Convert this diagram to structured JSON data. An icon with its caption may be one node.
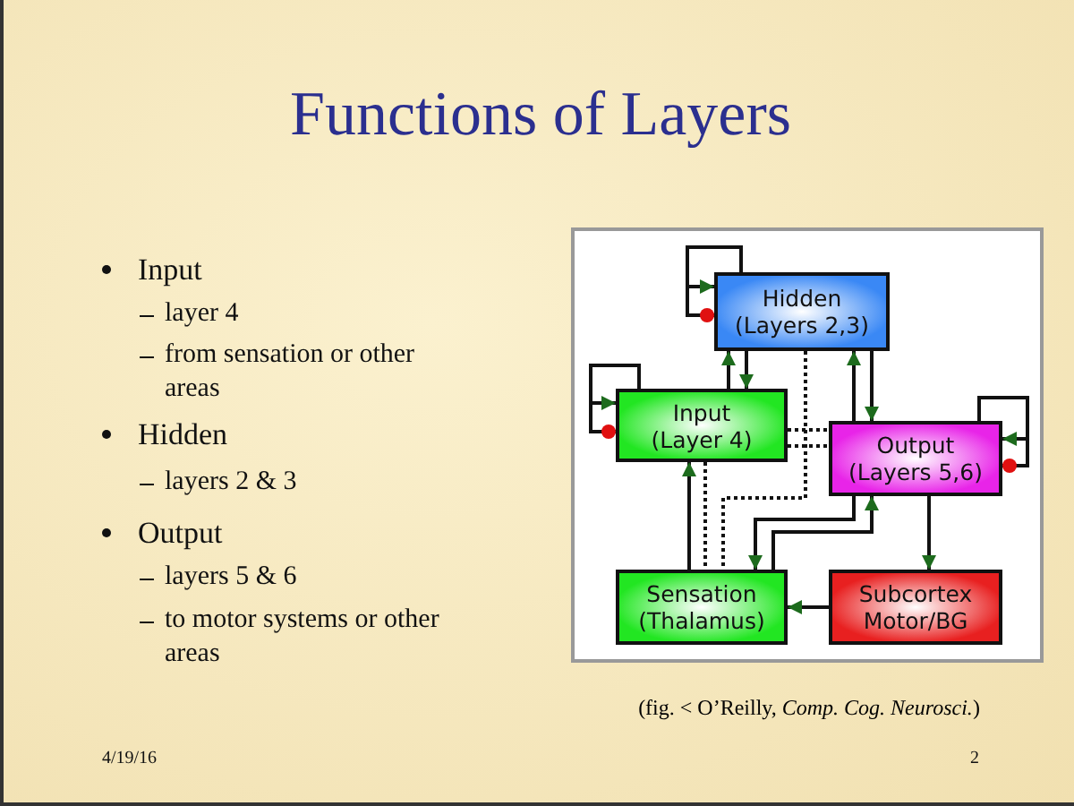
{
  "diagram": {
    "title": "Functions of Layers",
    "caption": "(fig. < O’Reilly, *Comp. Cog. Neurosci.*)",
    "nodes": [
      {
        "text": [
          "Hidden (Layers 2,3)"
        ]
      },
      {
        "text": [
          "Input (Layer 4)"
        ]
      },
      {
        "text": [
          "Output (Layers 5,6)"
        ]
      },
      {
        "text": [
          "Sensation (Thalamus)"
        ]
      },
      {
        "text": [
          "Subcortex Motor/BG"
        ]
      }
    ],
    "edges": [
      {
        "from": 0,
        "to": 0,
        "arrow": "to"
      },
      {
        "from": 0,
        "to": 0,
        "arrow": "other"
      },
      {
        "from": 1,
        "to": 0,
        "arrow": "to"
      },
      {
        "from": 0,
        "to": 1,
        "arrow": "to"
      },
      {
        "from": 2,
        "to": 0,
        "arrow": "to"
      },
      {
        "from": 0,
        "to": 2,
        "arrow": "to"
      },
      {
        "from": 1,
        "to": 1,
        "arrow": "to"
      },
      {
        "from": 1,
        "to": 1,
        "arrow": "other"
      },
      {
        "from": 2,
        "to": 2,
        "arrow": "to"
      },
      {
        "from": 2,
        "to": 2,
        "arrow": "other"
      },
      {
        "from": 3,
        "to": 1,
        "arrow": "to"
      },
      {
        "from": 0,
        "to": 3,
        "arrow": "none",
        "style": "dashed"
      },
      {
        "from": 1,
        "to": 3,
        "arrow": "none",
        "style": "dashed"
      },
      {
        "from": 1,
        "to": 2,
        "arrow": "none",
        "style": "dashed"
      },
      {
        "from": 1,
        "to": 2,
        "arrow": "none",
        "style": "dashed"
      },
      {
        "from": 2,
        "to": 3,
        "arrow": "to"
      },
      {
        "from": 3,
        "to": 2,
        "arrow": "to"
      },
      {
        "from": 2,
        "to": 4,
        "arrow": "to"
      },
      {
        "from": 4,
        "to": 3,
        "arrow": "to"
      }
    ],
    "labels": [
      "Input",
      "layer 4",
      "from sensation or other areas",
      "Hidden",
      "layers 2 & 3",
      "Output",
      "layers 5 & 6",
      "to motor systems or other areas",
      "4/19/16",
      "2"
    ]
  }
}
